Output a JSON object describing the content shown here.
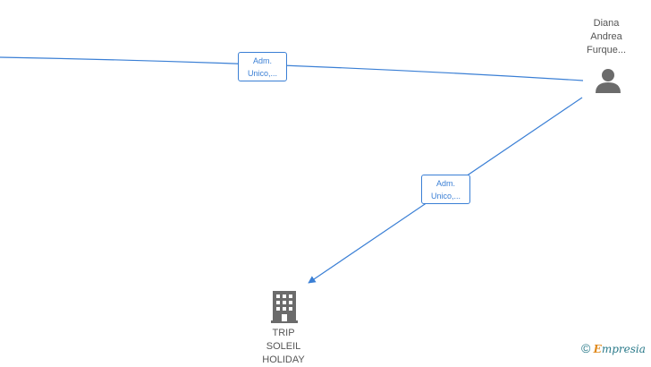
{
  "nodes": {
    "person": {
      "label_lines": [
        "Diana",
        "Andrea",
        "Furque..."
      ],
      "icon": "person-icon"
    },
    "company": {
      "label_lines": [
        "TRIP",
        "SOLEIL",
        "HOLIDAY"
      ],
      "icon": "building-icon"
    }
  },
  "edges": [
    {
      "role_lines": [
        "Adm.",
        "Unico,..."
      ]
    },
    {
      "role_lines": [
        "Adm.",
        "Unico,..."
      ]
    }
  ],
  "brand": {
    "copyright": "©",
    "initial": "E",
    "name_rest": "mpresia"
  },
  "colors": {
    "edge": "#3a7fd5",
    "icon": "#6b6b6b",
    "label": "#555555"
  }
}
